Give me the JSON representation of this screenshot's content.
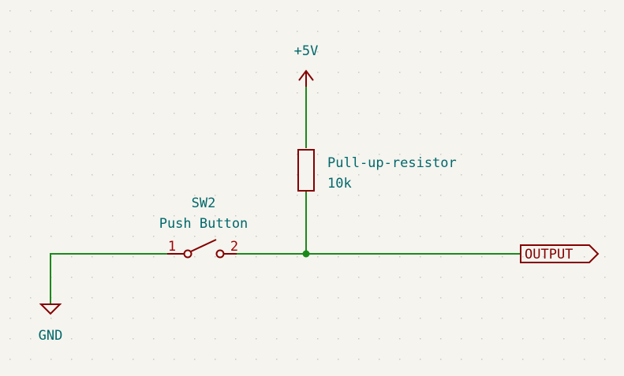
{
  "schematic": {
    "power_label": "+5V",
    "ground_label": "GND",
    "resistor": {
      "name": "Pull-up-resistor",
      "value": "10k"
    },
    "switch": {
      "ref": "SW2",
      "name": "Push Button",
      "pin1": "1",
      "pin2": "2"
    },
    "output_label": "OUTPUT"
  },
  "colors": {
    "background": "#f5f4ef",
    "wire": "#1a8a1a",
    "component": "#840000",
    "text_teal": "#00686b",
    "pin_number": "#a00000",
    "junction": "#1a8a1a"
  }
}
